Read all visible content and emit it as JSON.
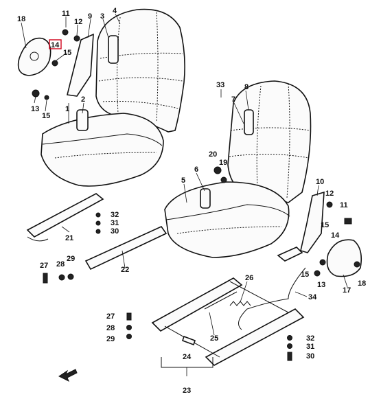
{
  "callouts": {
    "c1": "1",
    "c2": "2",
    "c3": "3",
    "c4": "4",
    "c5": "5",
    "c6": "6",
    "c7": "7",
    "c8": "8",
    "c9": "9",
    "c10": "10",
    "c11a": "11",
    "c11b": "11",
    "c12a": "12",
    "c12b": "12",
    "c13a": "13",
    "c13b": "13",
    "c14a": "14",
    "c14b": "14",
    "c15a": "15",
    "c15b": "15",
    "c15c": "15",
    "c15d": "15",
    "c17": "17",
    "c18a": "18",
    "c18b": "18",
    "c19": "19",
    "c20": "20",
    "c21": "21",
    "c22": "22",
    "c23": "23",
    "c24": "24",
    "c25": "25",
    "c26": "26",
    "c27a": "27",
    "c27b": "27",
    "c28a": "28",
    "c28b": "28",
    "c29a": "29",
    "c29b": "29",
    "c30a": "30",
    "c30b": "30",
    "c31a": "31",
    "c31b": "31",
    "c32a": "32",
    "c32b": "32",
    "c33": "33",
    "c34": "34"
  },
  "highlight_color": "#d0021b"
}
